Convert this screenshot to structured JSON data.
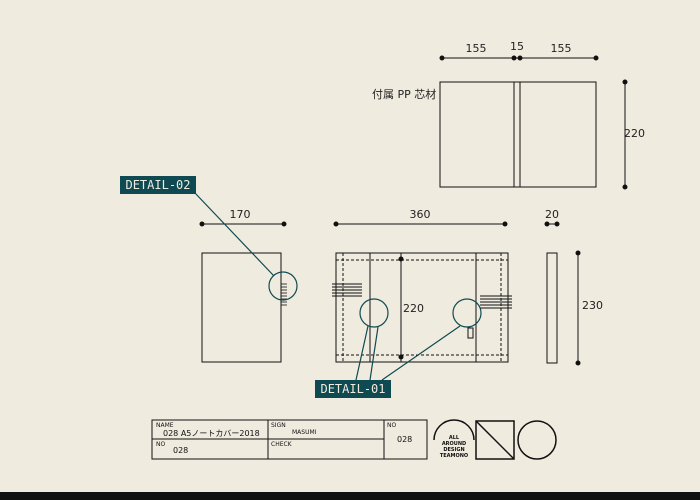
{
  "pp_core": {
    "label": "付属 PP 芯材",
    "dim_left": "155",
    "dim_mid": "15",
    "dim_right": "155",
    "dim_height": "220"
  },
  "front_view": {
    "dim_width": "170"
  },
  "open_view": {
    "dim_width": "360",
    "dim_inner_height": "220"
  },
  "side_view": {
    "dim_width": "20",
    "dim_height": "230"
  },
  "callouts": {
    "detail_01": "DETAIL-01",
    "detail_02": "DETAIL-02"
  },
  "colors": {
    "accent": "#0f4a52",
    "line": "#111111",
    "background": "#f0ebdf"
  },
  "title_block": {
    "name_label": "NAME",
    "name_value": "028 A5ノートカバー2018",
    "sign_label": "SIGN",
    "sign_value": "MASUMI",
    "no_label": "NO",
    "no_value": "028",
    "check_label": "CHECK",
    "no2_label": "NO",
    "no2_value": "028"
  },
  "logo": {
    "line1": "ALL",
    "line2": "AROUND",
    "line3": "DESIGN",
    "line4": "TEAMONO"
  }
}
